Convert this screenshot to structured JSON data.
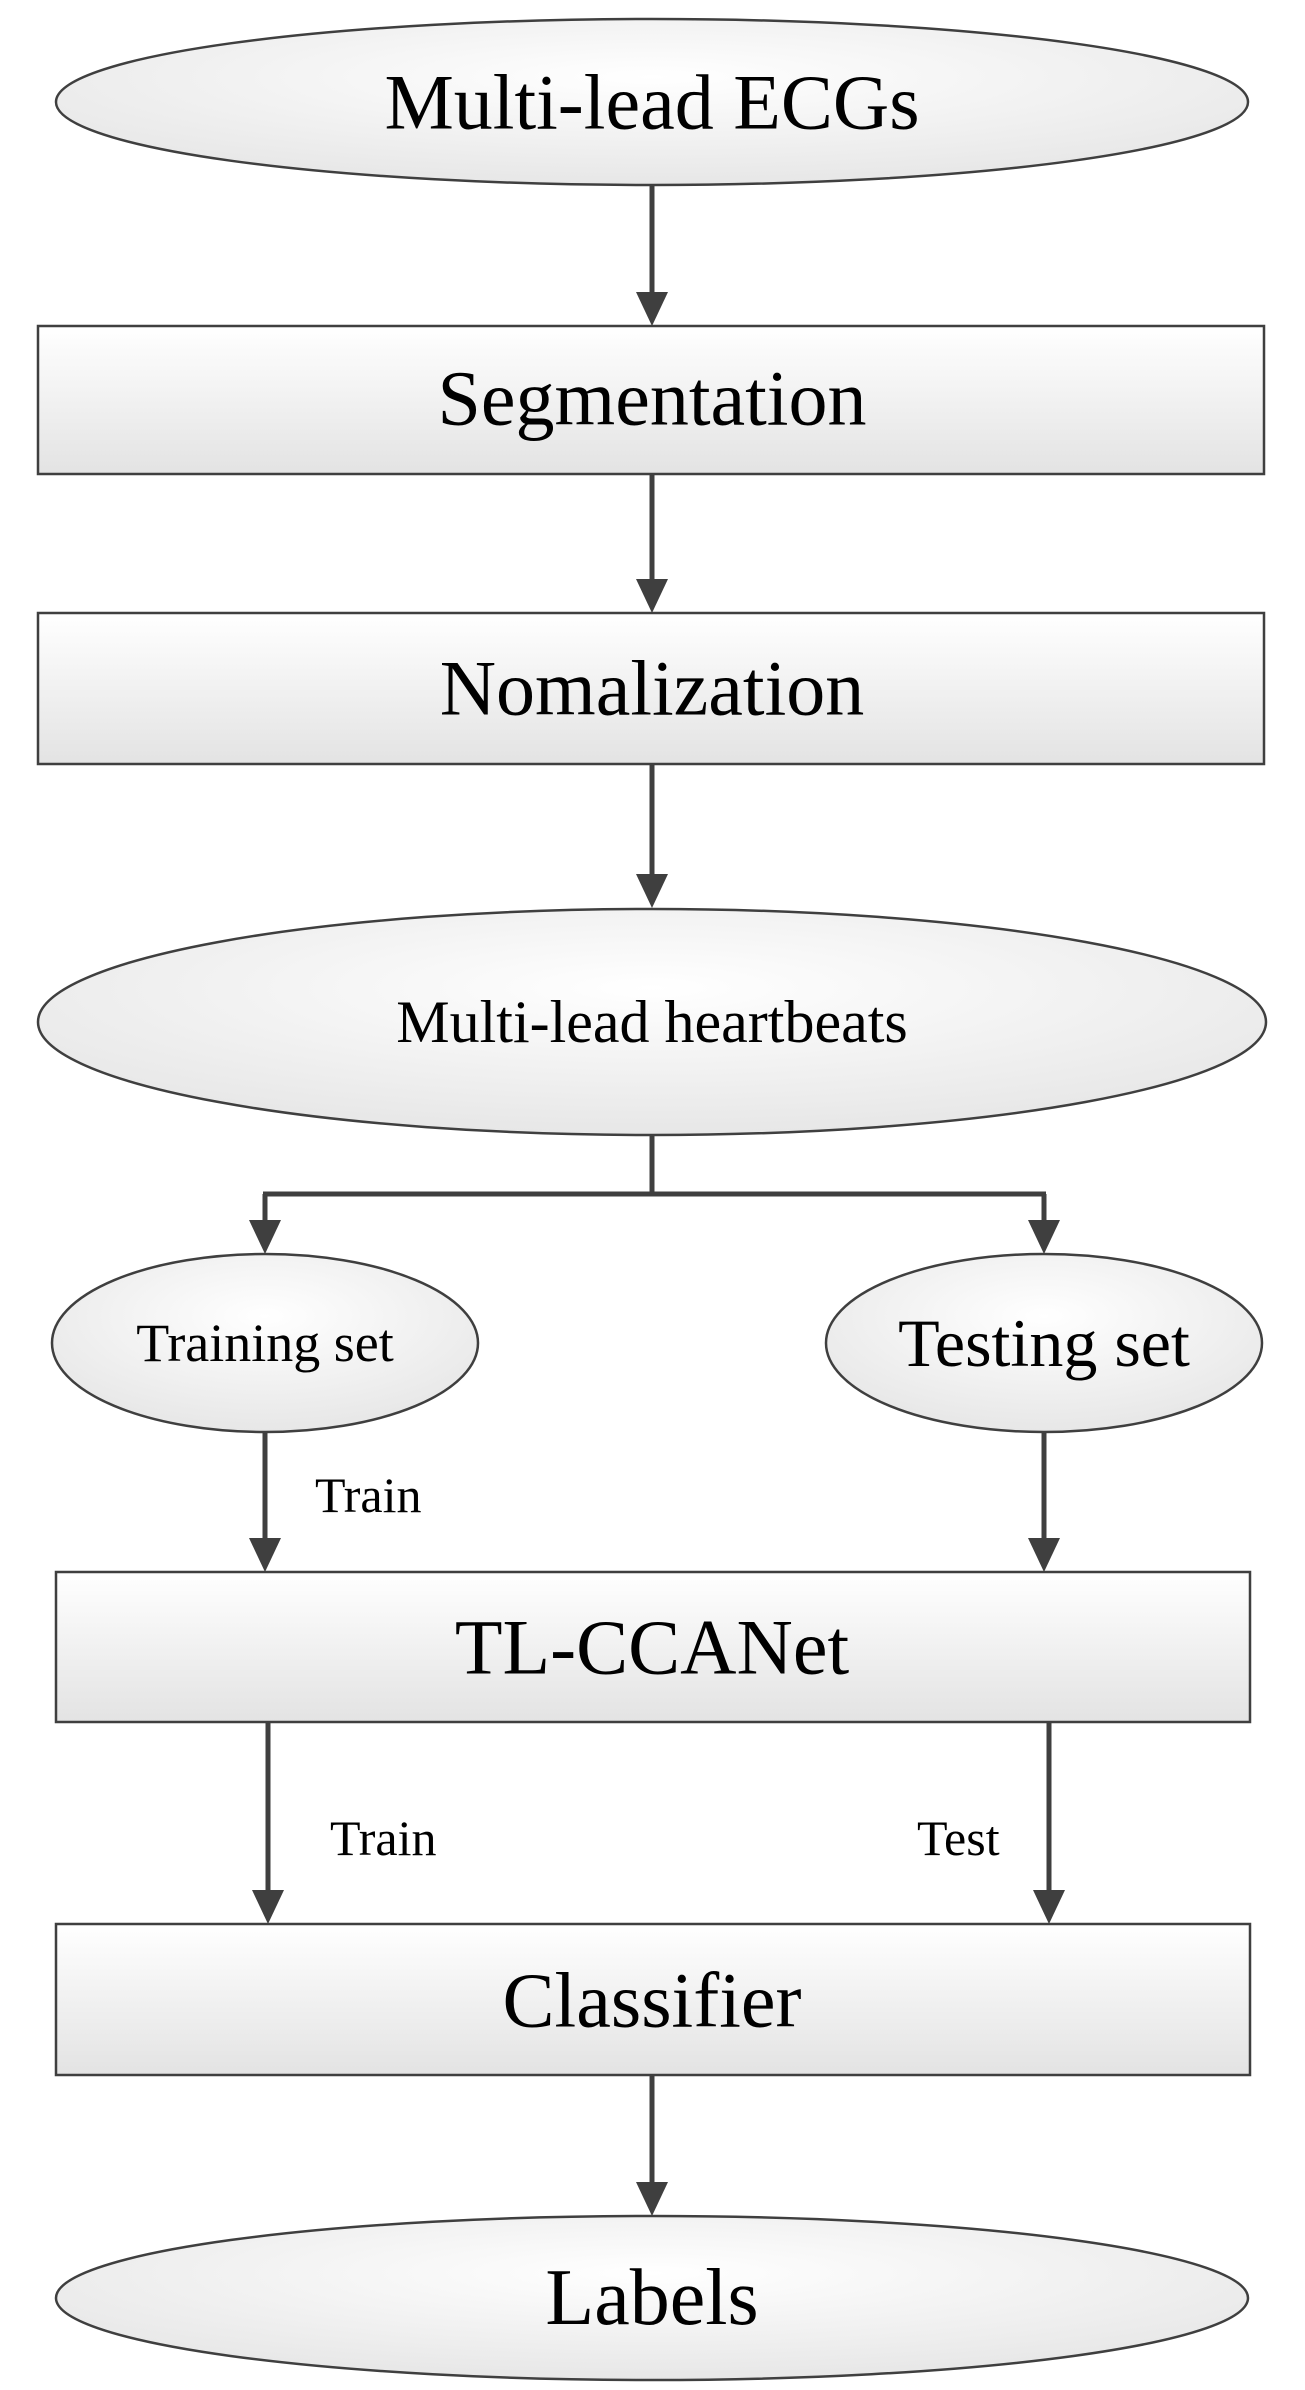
{
  "nodes": {
    "input": "Multi-lead ECGs",
    "segmentation": "Segmentation",
    "normalization": "Nomalization",
    "heartbeats": "Multi-lead heartbeats",
    "training_set": "Training set",
    "testing_set": "Testing set",
    "network": "TL-CCANet",
    "classifier": "Classifier",
    "output": "Labels"
  },
  "edge_labels": {
    "training_to_network": "Train",
    "network_to_classifier_train": "Train",
    "network_to_classifier_test": "Test"
  },
  "colors": {
    "stroke": "#3f3f3f",
    "fill_light": "#ffffff",
    "fill_dark": "#e3e3e3",
    "text": "#000000"
  }
}
